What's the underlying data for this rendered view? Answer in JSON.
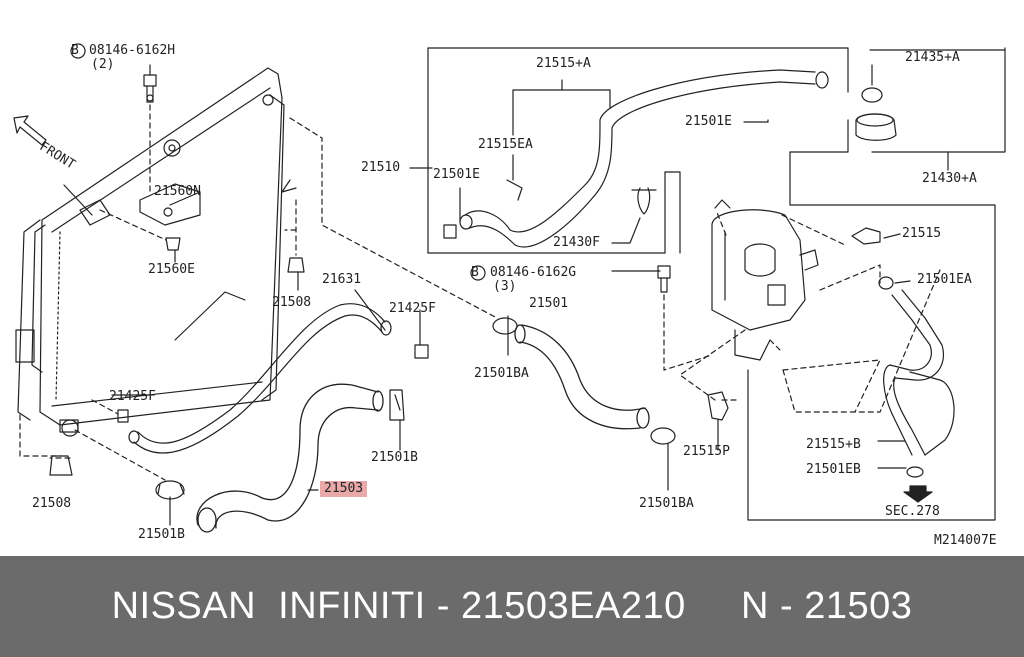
{
  "labels": {
    "bolt_a": "08146-6162H",
    "bolt_a_qty": "(2)",
    "bolt_b": "08146-6162G",
    "bolt_b_qty": "(3)",
    "p21515a": "21515+A",
    "p21435a": "21435+A",
    "p21501e_top": "21501E",
    "p21515ea": "21515EA",
    "p21510": "21510",
    "p21501e_left": "21501E",
    "p21430a": "21430+A",
    "p21560n": "21560N",
    "p21430f": "21430F",
    "p21515": "21515",
    "p21560e": "21560E",
    "p21501ea": "21501EA",
    "p21631": "21631",
    "p21508_top": "21508",
    "p21425f_top": "21425F",
    "p21501": "21501",
    "p21501ba_top": "21501BA",
    "p21425f_left": "21425F",
    "p21515b": "21515+B",
    "p21501b_mid": "21501B",
    "p21515p": "21515P",
    "p21501eb": "21501EB",
    "p21503": "21503",
    "p21508_bot": "21508",
    "p21501ba_bot": "21501BA",
    "sec": "SEC.278",
    "p21501b_bot": "21501B",
    "front": "FRONT",
    "b_mark": "B",
    "diagram_code": "M214007E"
  },
  "footer": {
    "text": "NISSAN  INFINITI - 21503EA210     N - 21503"
  },
  "colors": {
    "footer_bg": "#6b6b6b",
    "highlight": "#e9a9a9"
  }
}
